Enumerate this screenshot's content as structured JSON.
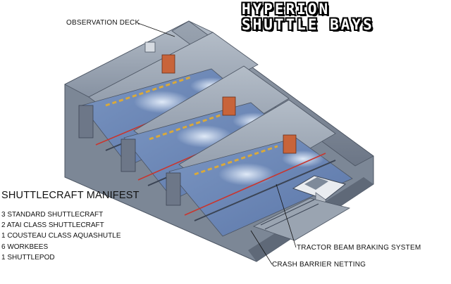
{
  "title": {
    "line1": "HYPERION",
    "line2": "SHUTTLE BAYS"
  },
  "labels": {
    "observation_deck": "OBSERVATION DECK",
    "tractor_beam": "TRACTOR BEAM BRAKING SYSTEM",
    "crash_barrier": "CRASH BARRIER NETTING"
  },
  "manifest": {
    "heading": "SHUTTLECRAFT MANIFEST",
    "items": [
      "3 STANDARD SHUTTLECRAFT",
      "2 ATAI CLASS SHUTTLECRAFT",
      "1 COUSTEAU CLASS AQUASHUTLE",
      "6 WORKBEES",
      "1 SHUTTLEPOD"
    ]
  },
  "colors": {
    "hull": "#8d99aa",
    "floor": "#6f8fbf",
    "accent_stripe": "#d9a93a",
    "tractor_beam": "#c8362f",
    "observation_window": "#c8643a"
  },
  "icons": {
    "bay_door": "hatch-icon",
    "shuttle": "shuttlecraft-icon"
  }
}
